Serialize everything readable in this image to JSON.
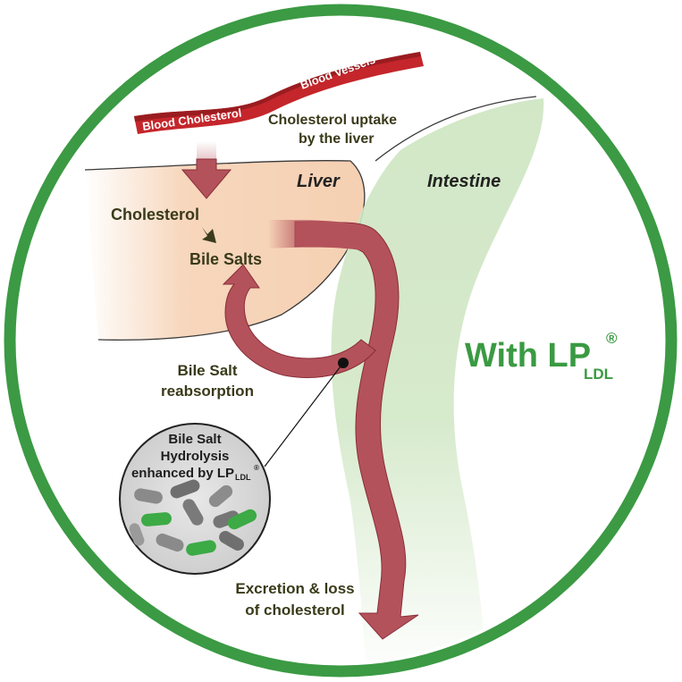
{
  "colors": {
    "ring": "#3b9a43",
    "arrow": "#b4525b",
    "arrow_stroke": "#8a2e38",
    "liver": "#f7d7bd",
    "intestine": "#cfe6c3",
    "vessel": "#c4262b",
    "bacteria_green": "#3caa45",
    "bacteria_grey": "#7a7a7a",
    "inset_bg": "#dcdcdc"
  },
  "ribbon": {
    "blood_vessels": "Blood Vessels",
    "blood_cholesterol": "Blood Cholesterol"
  },
  "labels": {
    "uptake_line1": "Cholesterol uptake",
    "uptake_line2": "by the liver",
    "liver": "Liver",
    "intestine": "Intestine",
    "cholesterol": "Cholesterol",
    "bile_salts": "Bile Salts",
    "reabsorption_line1": "Bile Salt",
    "reabsorption_line2": "reabsorption",
    "excretion_line1": "Excretion & loss",
    "excretion_line2": "of cholesterol"
  },
  "inset": {
    "line1": "Bile Salt",
    "line2": "Hydrolysis",
    "line3_main": "enhanced by LP",
    "line3_sub": "LDL",
    "line3_sup": "®"
  },
  "title": {
    "main": "With LP",
    "sub": "LDL",
    "sup": "®"
  }
}
